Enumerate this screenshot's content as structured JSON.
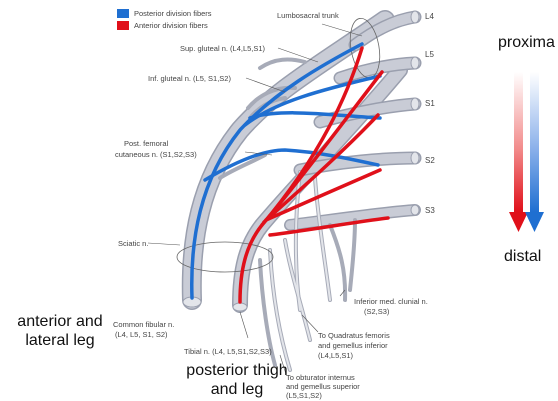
{
  "colors": {
    "posterior": "#1f6fd1",
    "anterior": "#e0101a",
    "nerve_sheath": "#c9ccd6",
    "nerve_edge": "#9a9fae"
  },
  "legend": {
    "posterior": "Posterior division fibers",
    "anterior": "Anterior division fibers"
  },
  "roots": [
    "L4",
    "L5",
    "S1",
    "S2",
    "S3"
  ],
  "labels": {
    "lumbosacral_trunk": "Lumbosacral trunk",
    "sup_gluteal": "Sup. gluteal n. (L4,L5,S1)",
    "inf_gluteal": "Inf. gluteal n. (L5, S1,S2)",
    "post_femoral_1": "Post. femoral",
    "post_femoral_2": "cutaneous n. (S1,S2,S3)",
    "sciatic": "Sciatic n.",
    "common_fibular_1": "Common fibular n.",
    "common_fibular_2": "(L4, L5, S1, S2)",
    "tibial": "Tibial n. (L4, L5,S1,S2,S3)",
    "inf_clunial_1": "Inferior med. clunial n.",
    "inf_clunial_2": "(S2,S3)",
    "quadratus_1": "To Quadratus femoris",
    "quadratus_2": "and gemellus inferior",
    "quadratus_3": "(L4,L5,S1)",
    "obturator_1": "To obturator internus",
    "obturator_2": "and gemellus superior",
    "obturator_3": "(L5,S1,S2)"
  },
  "annotations": {
    "proximal": "proxima",
    "distal": "distal",
    "anterior_lateral_leg_1": "anterior and",
    "anterior_lateral_leg_2": "lateral leg",
    "posterior_thigh_1": "posterior thigh",
    "posterior_thigh_2": "and leg"
  }
}
